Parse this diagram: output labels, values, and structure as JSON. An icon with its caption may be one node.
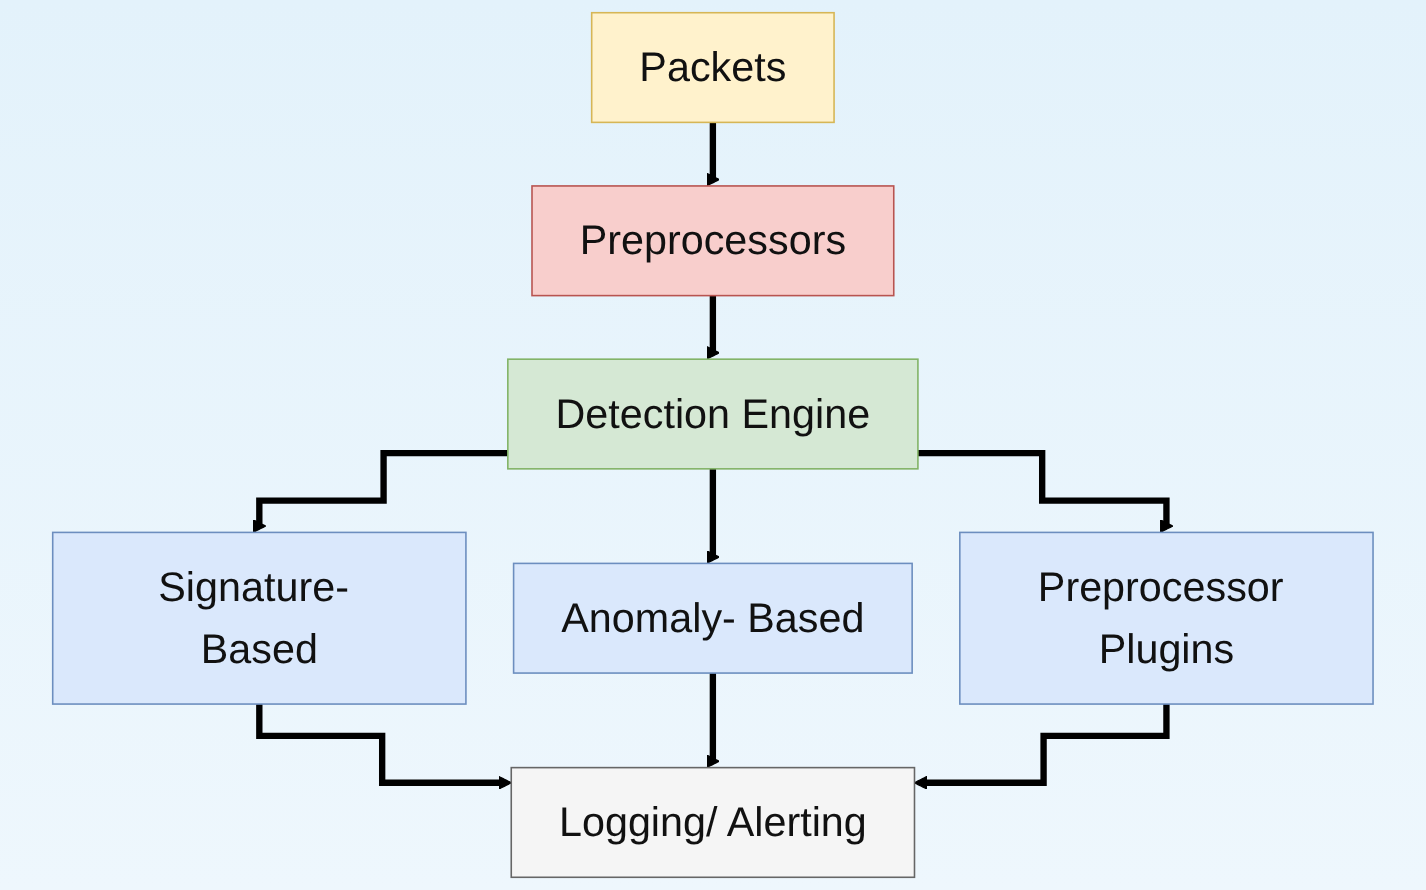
{
  "diagram": {
    "nodes": [
      {
        "text": [
          "Packets"
        ]
      },
      {
        "text": [
          "Preprocessors"
        ]
      },
      {
        "text": [
          "Detection Engine"
        ]
      },
      {
        "text": [
          "Signature- Based"
        ]
      },
      {
        "text": [
          "Anomaly- Based"
        ]
      },
      {
        "text": [
          "Preprocessor Plugins"
        ]
      },
      {
        "text": [
          "Logging/ Alerting"
        ]
      }
    ],
    "edges": [
      {
        "from": 0,
        "to": 1,
        "arrow": "to"
      },
      {
        "from": 1,
        "to": 2,
        "arrow": "to"
      },
      {
        "from": 2,
        "to": 3,
        "arrow": "to"
      },
      {
        "from": 2,
        "to": 4,
        "arrow": "to"
      },
      {
        "from": 2,
        "to": 5,
        "arrow": "to"
      },
      {
        "from": 3,
        "to": 6,
        "arrow": "to"
      },
      {
        "from": 4,
        "to": 6,
        "arrow": "to"
      },
      {
        "from": 5,
        "to": 6,
        "arrow": "to"
      }
    ]
  }
}
